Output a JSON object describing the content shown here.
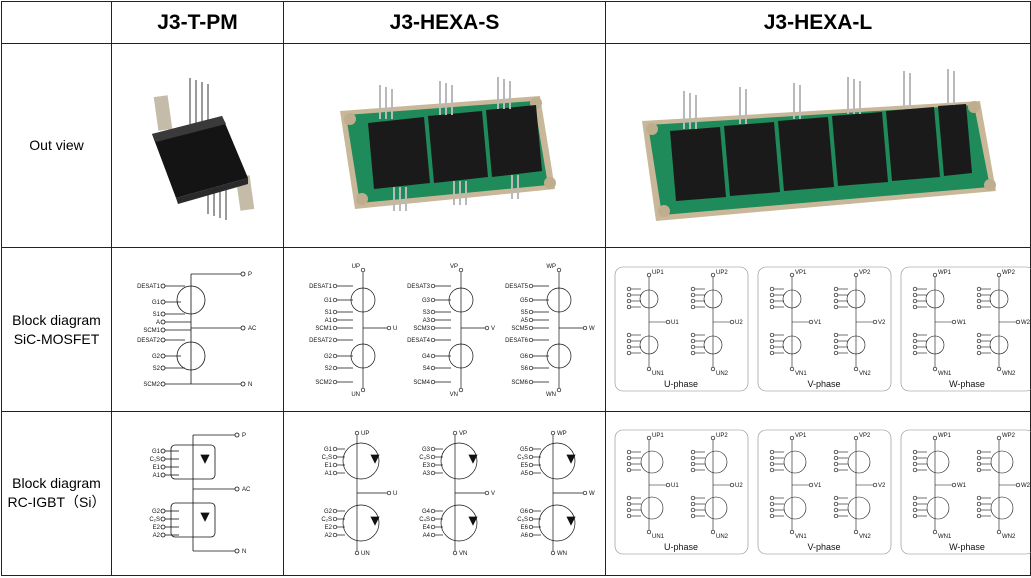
{
  "columns": {
    "corner": "",
    "c1": "J3-T-PM",
    "c2": "J3-HEXA-S",
    "c3": "J3-HEXA-L"
  },
  "rows": {
    "out_view": {
      "label": "Out view"
    },
    "block_mosfet": {
      "line1": "Block diagram",
      "line2": "SiC-MOSFET"
    },
    "block_igbt": {
      "line1": "Block diagram",
      "line2": "RC-IGBT（Si）"
    }
  },
  "mosfet_tpm": {
    "pins": [
      "DESAT1",
      "G1",
      "S1",
      "A",
      "SCM1",
      "DESAT2",
      "G2",
      "S2",
      "SCM2"
    ],
    "terminals": [
      "P",
      "AC",
      "N"
    ]
  },
  "mosfet_hexa_s": [
    {
      "top": "UP",
      "bottom": "UN",
      "out": "U",
      "pins": [
        "DESAT1",
        "G1",
        "S1",
        "A1",
        "SCM1",
        "DESAT2",
        "G2",
        "S2",
        "SCM2"
      ]
    },
    {
      "top": "VP",
      "bottom": "VN",
      "out": "V",
      "pins": [
        "DESAT3",
        "G3",
        "S3",
        "A3",
        "SCM3",
        "DESAT4",
        "G4",
        "S4",
        "SCM4"
      ]
    },
    {
      "top": "WP",
      "bottom": "WN",
      "out": "W",
      "pins": [
        "DESAT5",
        "G5",
        "S5",
        "A5",
        "SCM5",
        "DESAT6",
        "G6",
        "S6",
        "SCM6"
      ]
    }
  ],
  "igbt_tpm": {
    "pins": [
      "G1",
      "C₁S",
      "E1",
      "A1",
      "G2",
      "C₂S",
      "E2",
      "A2"
    ],
    "terminals": [
      "P",
      "AC",
      "N"
    ]
  },
  "igbt_hexa_s": [
    {
      "top": "UP",
      "bottom": "UN",
      "out": "U",
      "pins": [
        "G1",
        "C₁S",
        "E1",
        "A1",
        "G2",
        "C₂S",
        "E2",
        "A2"
      ]
    },
    {
      "top": "VP",
      "bottom": "VN",
      "out": "V",
      "pins": [
        "G3",
        "C₃S",
        "E3",
        "A3",
        "G4",
        "C₄S",
        "E4",
        "A4"
      ]
    },
    {
      "top": "WP",
      "bottom": "WN",
      "out": "W",
      "pins": [
        "G5",
        "C₅S",
        "E5",
        "A5",
        "G6",
        "C₆S",
        "E6",
        "A6"
      ]
    }
  ],
  "hexa_l_phases": [
    {
      "name": "U-phase",
      "tops": [
        "UP1",
        "UP2"
      ],
      "bottoms": [
        "UN1",
        "UN2"
      ],
      "outs": [
        "U1",
        "U2"
      ]
    },
    {
      "name": "V-phase",
      "tops": [
        "VP1",
        "VP2"
      ],
      "bottoms": [
        "VN1",
        "VN2"
      ],
      "outs": [
        "V1",
        "V2"
      ]
    },
    {
      "name": "W-phase",
      "tops": [
        "WP1",
        "WP2"
      ],
      "bottoms": [
        "WN1",
        "WN2"
      ],
      "outs": [
        "W1",
        "W2"
      ]
    }
  ],
  "colors": {
    "pcb_green": "#1f8a5a",
    "module_black": "#1a1a1a",
    "pin_silver": "#b9b9b9",
    "border": "#222222"
  }
}
